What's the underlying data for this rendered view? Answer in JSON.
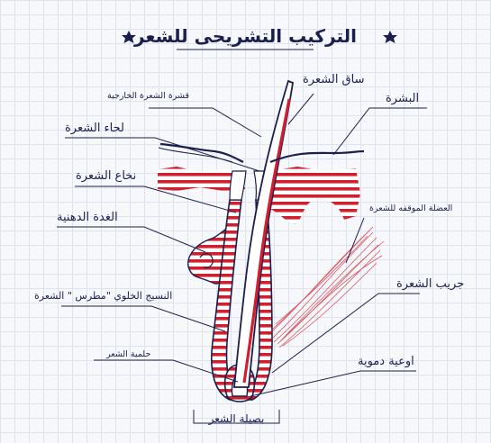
{
  "title": "التركيب التشريحى للشعر",
  "labels": {
    "hair_shaft": "ساق الشعرة",
    "outer_cuticle": "قشرة الشعرة الخارجية",
    "epidermis": "البشرة",
    "hair_cortex": "لحاء الشعرة",
    "hair_medulla": "نخاع الشعرة",
    "arrector_muscle": "العضلة الموقفه للشعرة",
    "sebaceous_gland": "الغدة الدهنية",
    "hair_follicle": "جريب الشعرة",
    "stroma": "النسيج الخلوي \"مطرس \" الشعرة",
    "dermal_papilla": "حلمية الشعر",
    "blood_vessels": "اوعية دموية",
    "hair_bulb": "بصيلة الشعر"
  },
  "colors": {
    "navy": "#1b1f4f",
    "red": "#d0202f",
    "grid": "#dfe3ec",
    "background": "#f7f8fb"
  }
}
